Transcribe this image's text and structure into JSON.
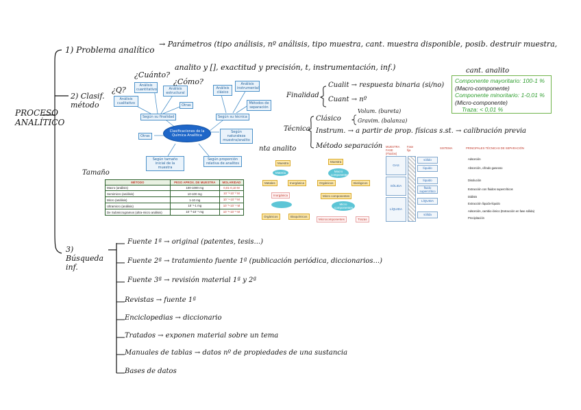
{
  "root": "PROCESO ANALÍTICO",
  "section1": {
    "label": "1) Problema analítico",
    "line1": "→ Parámetros (tipo análisis, nº análisis, tipo muestra, cant. muestra disponible, posib. destruir muestra,",
    "line2": "analito y [], exactitud y precisión, t, instrumentación, inf.)"
  },
  "section2": {
    "label": "2) Clasif. método",
    "mindmap": {
      "q1": "¿Q?",
      "q2": "¿Cuánto?",
      "q3": "¿Cómo?",
      "center": "Clasificaciones de la Química Analítica",
      "nodes": [
        "Análisis cualitativo",
        "Análisis cuantitativo",
        "Análisis estructural",
        "Otras",
        "Según su finalidad",
        "Análisis clásico",
        "Análisis instrumental",
        "Métodos de separación",
        "Según su técnica",
        "Otras",
        "Según naturaleza muestra/analito",
        "Según tamaño inicial de la muestra",
        "Según proporción relativa de analitos"
      ]
    },
    "finalidad": {
      "label": "Finalidad",
      "items": [
        "Cualit → respuesta binaria (si/no)",
        "Cuant → nº"
      ]
    },
    "tecnica": {
      "label": "Técnica",
      "clasico": "Clásico",
      "volum": "Volum. (bureta)",
      "gravim": "Gravim. (balanza)",
      "instrum": "Instrum. → a partir de prop. físicas s.st. → calibración previa",
      "separacion": "Método separación"
    },
    "cant_analito": {
      "label": "cant. analito",
      "lines": [
        "Componente mayoritario: 100-1 %",
        "(Macro-componente)",
        "Componente minoritario: 1-0,01 %",
        "(Micro-componente)",
        "Traza: < 0,01 %"
      ]
    },
    "tamano": {
      "label": "Tamaño",
      "headers": [
        "MÉTODO",
        "PESO APROX. DE MUESTRA",
        "MOLARIDAD"
      ],
      "rows": [
        [
          "Macro (análisis)",
          "100-1000 mg",
          "0,01-0,10 M"
        ],
        [
          "Semimicro (análisis)",
          "10-100 mg",
          "10⁻³-10⁻² M"
        ],
        [
          "Micro (análisis)",
          "1-10 mg",
          "10⁻⁴-10⁻³ M"
        ],
        [
          "Ultramicro (análisis)",
          "10⁻¹-1 mg",
          "10⁻⁵-10⁻⁴ M"
        ],
        [
          "De Submicrogramos (ultra-micro análisis)",
          "10⁻³-10⁻¹ mg",
          "10⁻⁶-10⁻⁵ M"
        ]
      ]
    },
    "naturaleza": {
      "label": "nta analito",
      "left": [
        "Muestra",
        "Materia",
        "Metales",
        "Inorgánica",
        "Inorgánica",
        "Orgánicos",
        "Bioquímicos"
      ],
      "right": [
        "Muestra",
        "Macro componentes",
        "Orgánicos",
        "Biológicos",
        "Micro componentes",
        "Microcomponentes",
        "Trazas"
      ]
    },
    "separacion_table": {
      "headers": [
        "MUESTRA FASE (Fluidos)",
        "Fase fija",
        "SISTEMA",
        "PRINCIPALES TÉCNICAS DE SEPARACIÓN"
      ],
      "phases": [
        "GAS",
        "SÓLIDA",
        "LÍQUIDA"
      ],
      "sistemas": [
        "sólido",
        "líquido",
        "líquido",
        "fluido supercrítico",
        "LÍQUIDA",
        "sólida"
      ],
      "tecnicas": [
        "Adsorción",
        "Absorción, cifrado gaseoso",
        "Disolución",
        "Extracción con fluidos supercríticos",
        "Diálisis",
        "Extracción líquido-líquido",
        "Adsorción, cambio iónico (Extracción en fase sólida)",
        "Precipitación"
      ]
    }
  },
  "section3": {
    "label": "3) Búsqueda inf.",
    "items": [
      "Fuente 1ª → original (patentes, tesis...)",
      "Fuente 2ª → tratamiento fuente 1ª (publicación periódica, diccionarios...)",
      "Fuente 3ª → revisión material 1ª y 2ª",
      "Revistas → fuente 1ª",
      "Enciclopedias → diccionario",
      "Tratados → exponen material sobre un tema",
      "Manuales de tablas → datos nº de propiedades de una sustancia",
      "Bases de datos"
    ]
  }
}
